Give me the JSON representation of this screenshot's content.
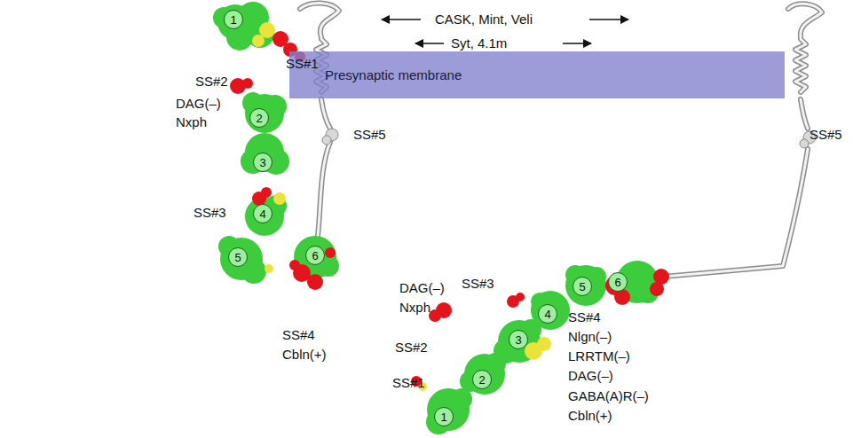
{
  "diagram": {
    "nodes": [
      {
        "text": [
          "Presynaptic membrane"
        ]
      },
      {
        "text": [
          "1"
        ]
      },
      {
        "text": [
          "2"
        ]
      },
      {
        "text": [
          "3"
        ]
      },
      {
        "text": [
          "4"
        ]
      },
      {
        "text": [
          "5"
        ]
      },
      {
        "text": [
          "6"
        ]
      },
      {
        "text": [
          "1"
        ]
      },
      {
        "text": [
          "2"
        ]
      },
      {
        "text": [
          "3"
        ]
      },
      {
        "text": [
          "4"
        ]
      },
      {
        "text": [
          "5"
        ]
      },
      {
        "text": [
          "6"
        ]
      }
    ],
    "labels": [
      "CASK, Mint, Veli",
      "Syt, 4.1m",
      "SS#1",
      "SS#2",
      "DAG(–)",
      "Nxph",
      "SS#5",
      "SS#5",
      "SS#3",
      "DAG(–)",
      "SS#3",
      "Nxph",
      "SS#4",
      "SS#4",
      "Cbln(+)",
      "SS#2",
      "Nlgn(–)",
      "LRRTM(–)",
      "DAG(–)",
      "SS#1",
      "GABA(A)R(–)",
      "Cbln(+)"
    ]
  }
}
